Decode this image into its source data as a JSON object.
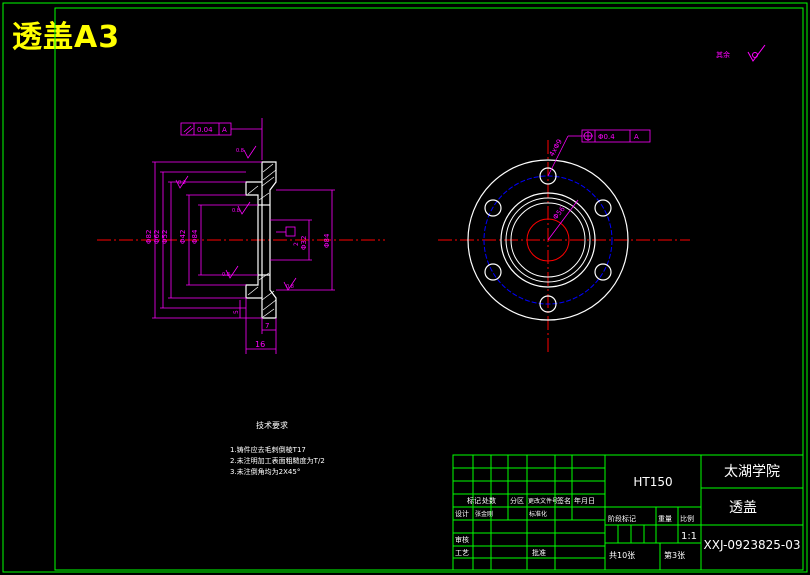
{
  "header": {
    "title": "透盖A3"
  },
  "roughness_note": {
    "label": "其余"
  },
  "tolerance_left": {
    "value": "0.04",
    "datum": "A"
  },
  "tolerance_right": {
    "value": "Φ0.4",
    "datum": "A"
  },
  "section_view": {
    "dims_vertical": [
      "Φ82",
      "Φ62",
      "Φ52",
      "Φ42",
      "Φ84"
    ],
    "dims_right": [
      "Φ32",
      "Φ84"
    ],
    "dims_bottom": [
      "7",
      "16"
    ],
    "labels_misc": [
      "0.2",
      "0.8",
      "0.8",
      "0.8",
      "0.8"
    ],
    "small_dims": [
      "2",
      "5"
    ]
  },
  "plan_view": {
    "bolt_hole_label": "4xΦ9",
    "circle_label": "Φ56"
  },
  "tech_requirements": {
    "title": "技术要求",
    "items": [
      "1.铸件应去毛刺倒棱T17",
      "2.未注明加工表面粗糙度为T/2",
      "3.未注倒角均为2X45°"
    ]
  },
  "title_block": {
    "material": "HT150",
    "school": "太湖学院",
    "part_name": "透盖",
    "drawing_no": "XXJ-0923825-03",
    "scale": "1:1",
    "sheets_total": "共10张",
    "sheet_no": "第3张",
    "header_row": [
      "标记",
      "处数",
      "分区",
      "更改文件号",
      "签名",
      "年月日"
    ],
    "design_row": [
      "设计",
      "张金刚",
      "",
      "标准化",
      "",
      ""
    ],
    "right_header": [
      "阶段标记",
      "重量",
      "比例"
    ],
    "review_label": "审核",
    "process_label": "工艺",
    "approve_label": "批准"
  },
  "colors": {
    "line": "#00ff00",
    "dim": "#ff00ff",
    "centerline": "#ff0000",
    "body": "#ffffff",
    "blue": "#0000ff",
    "yellow": "#ffff00"
  }
}
